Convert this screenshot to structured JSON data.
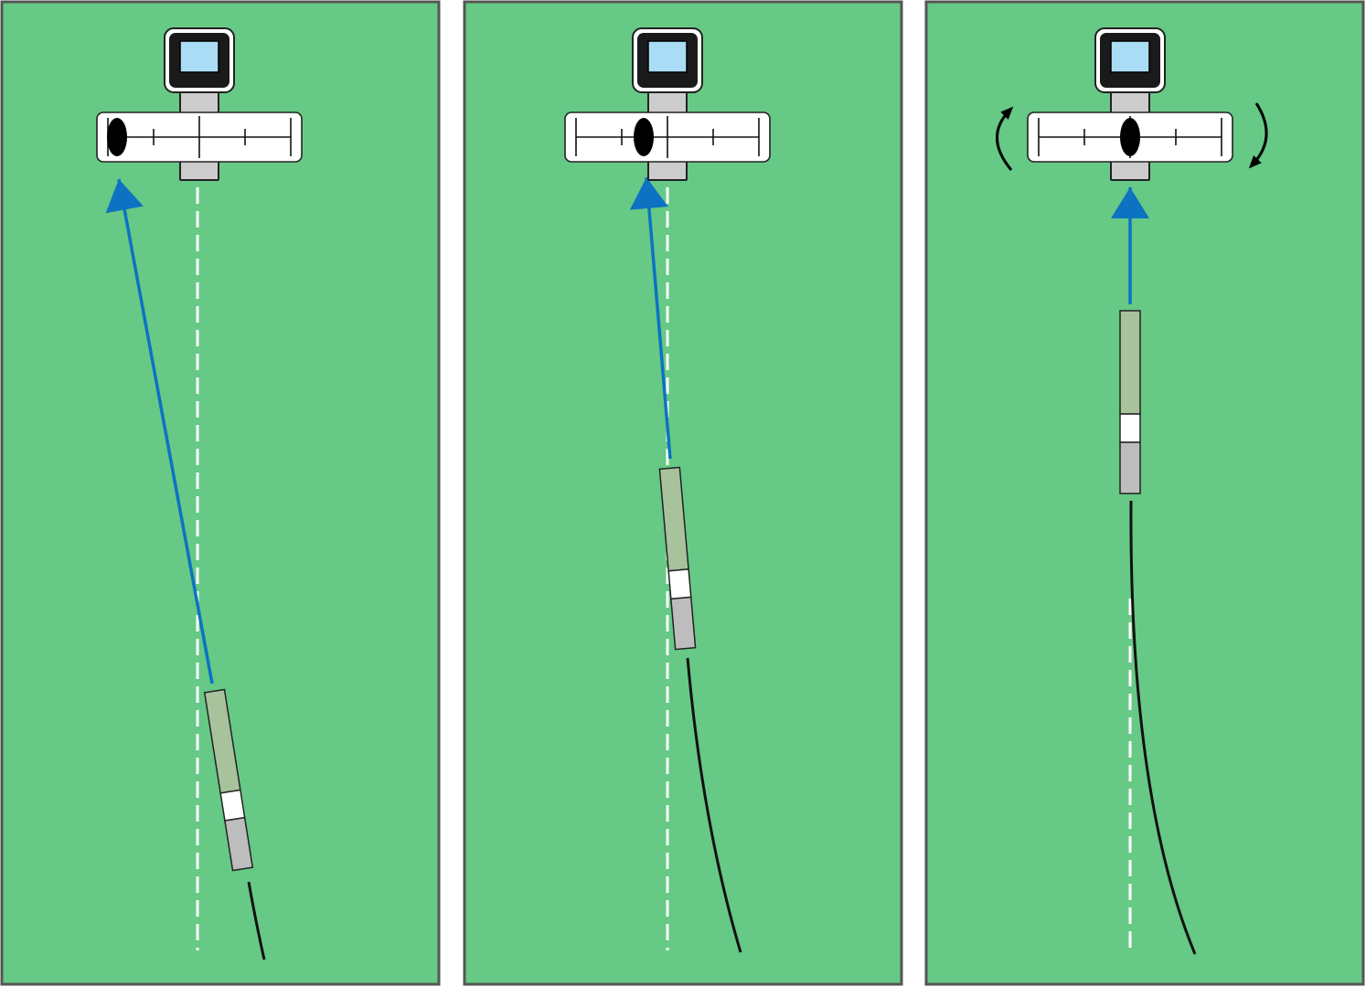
{
  "colors": {
    "background": "#ffffff",
    "field": "#66c985",
    "border": "#555555",
    "arrow": "#0d72c2",
    "guide_line": "#ffffff",
    "drill_head": "#a8c29c",
    "drill_band": "#ffffff",
    "drill_tail": "#bdbdbd",
    "drill_string": "#111111",
    "receiver_screen": "#aadcf5",
    "receiver_body": "#ffffff",
    "receiver_handle": "#cccccc",
    "marker": "#000000"
  },
  "panels": [
    {
      "name": "panel-1",
      "marker_position": "left",
      "drill_alignment": "off-course",
      "rotate_arrows": false
    },
    {
      "name": "panel-2",
      "marker_position": "near-center-left",
      "drill_alignment": "slightly-off-course",
      "rotate_arrows": false
    },
    {
      "name": "panel-3",
      "marker_position": "center",
      "drill_alignment": "on-course",
      "rotate_arrows": true
    }
  ],
  "icons": {
    "receiver": "locator-receiver-icon",
    "drill_head": "drill-head-icon",
    "rotate_left": "rotate-ccw-arrow-icon",
    "rotate_right": "rotate-cw-arrow-icon"
  }
}
